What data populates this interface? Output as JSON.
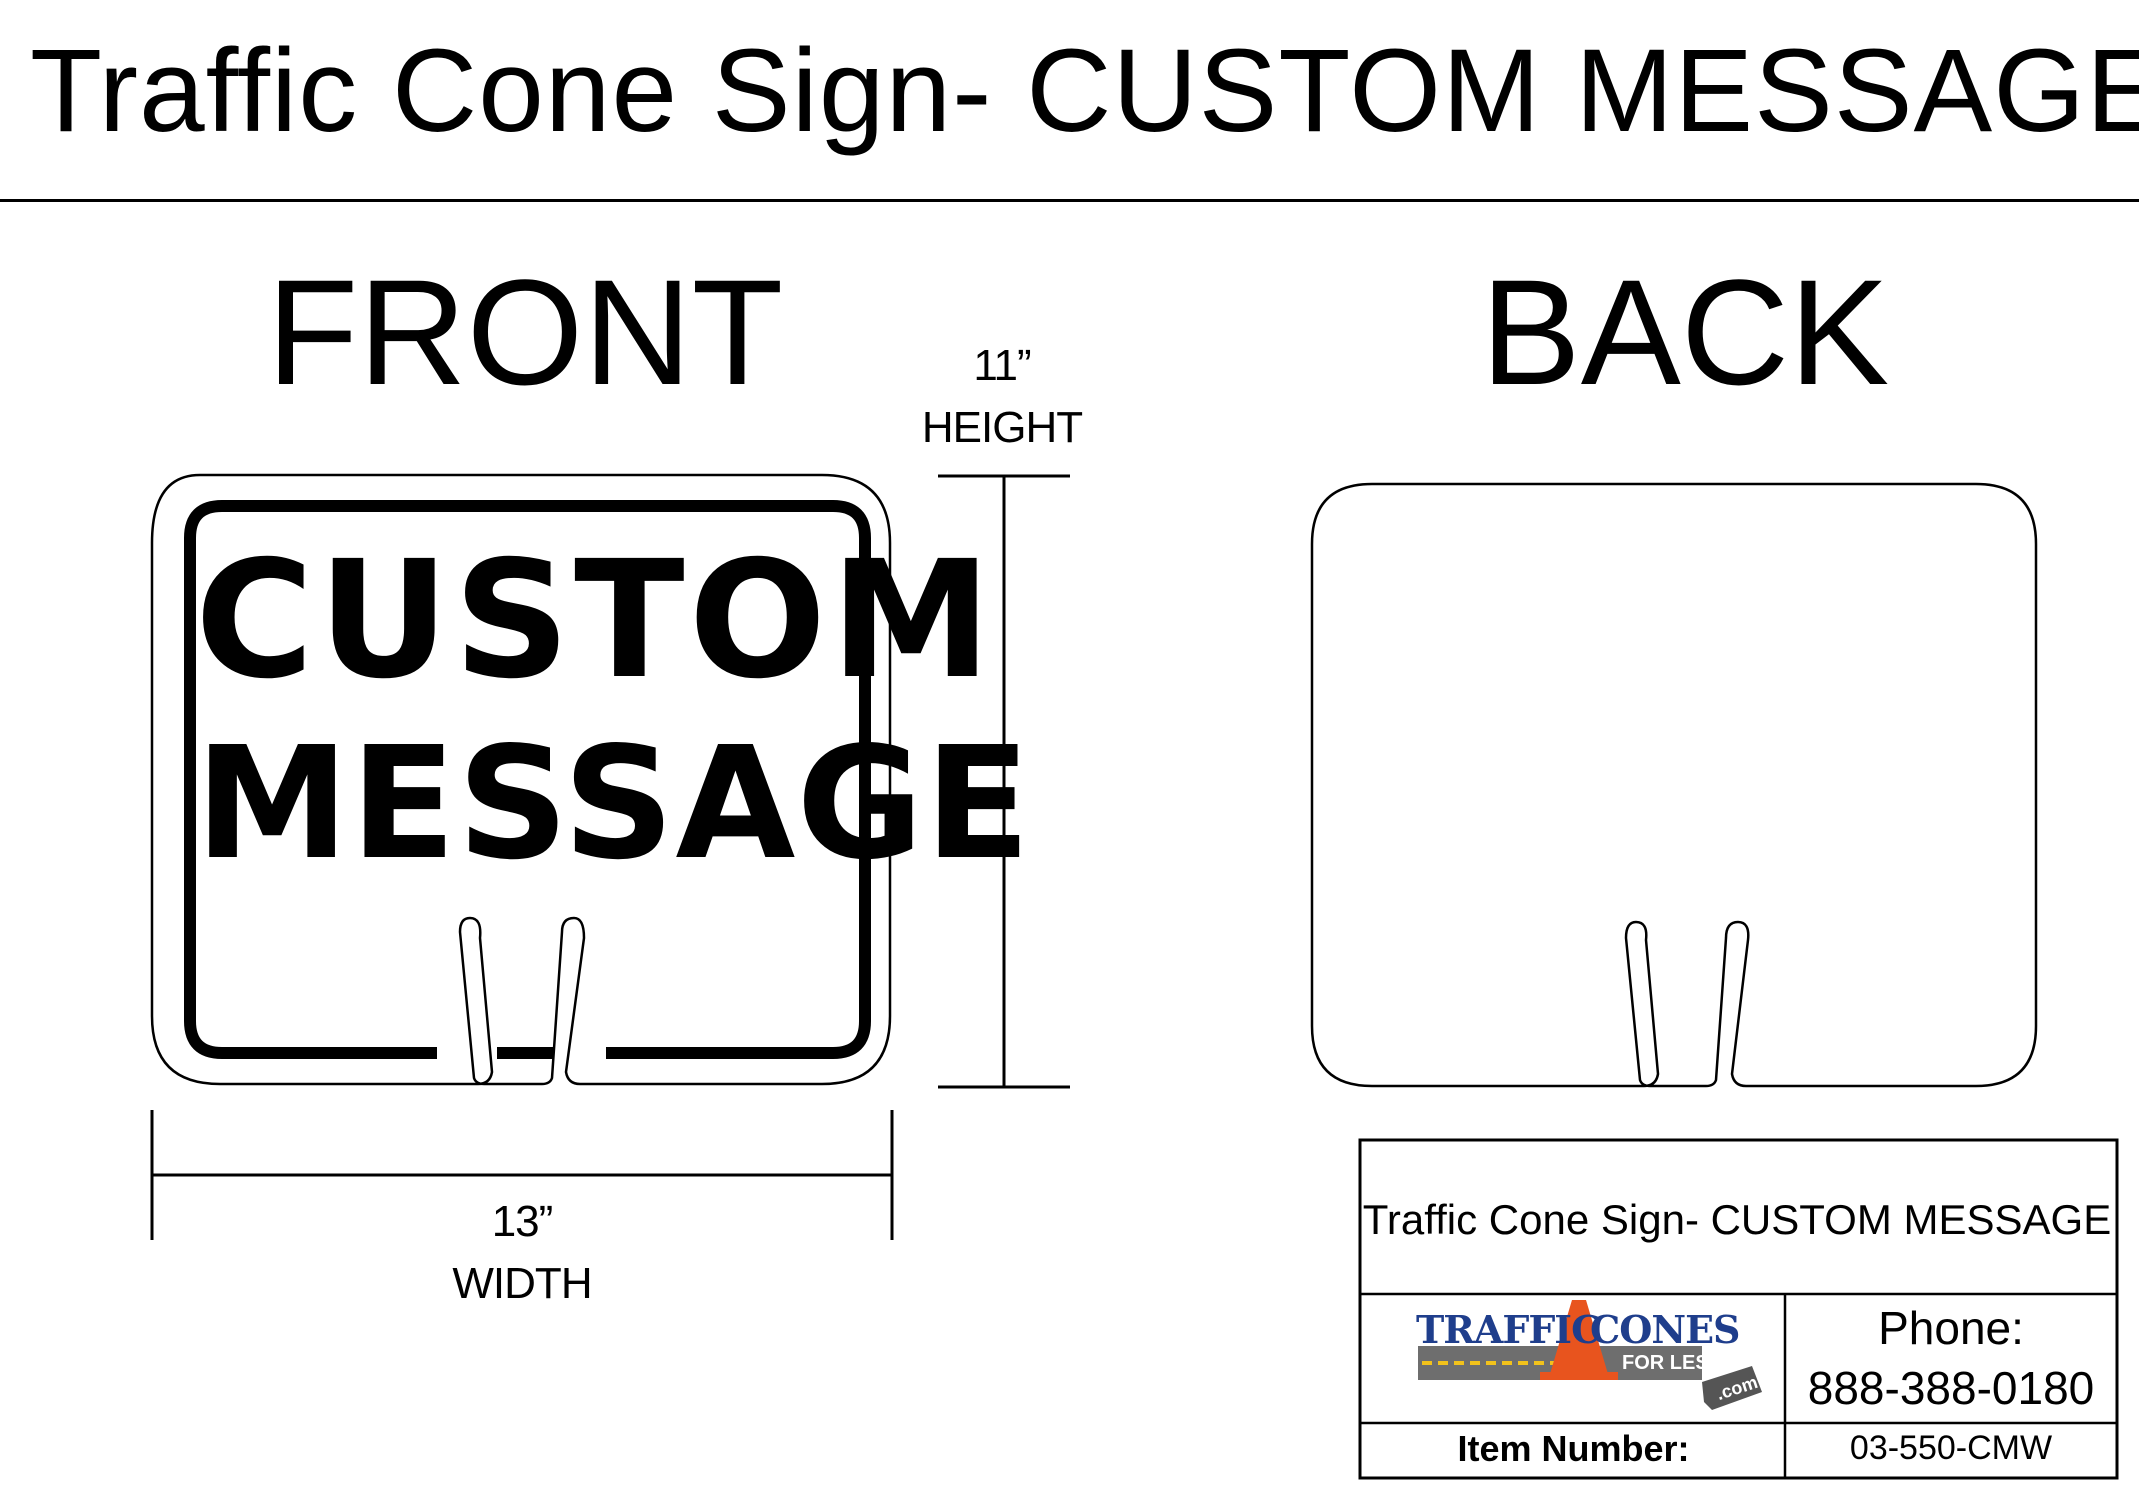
{
  "page_title": "Traffic Cone Sign- CUSTOM MESSAGE",
  "front": {
    "label": "FRONT",
    "sign_line1": "CUSTOM",
    "sign_line2": "MESSAGE"
  },
  "back": {
    "label": "BACK"
  },
  "dimensions": {
    "height_value": "11”",
    "height_label": "HEIGHT",
    "width_value": "13”",
    "width_label": "WIDTH"
  },
  "title_block": {
    "title": "Traffic Cone Sign- CUSTOM MESSAGE",
    "logo": {
      "word1": "TRAFFIC",
      "word2": "CONES",
      "tagline": "FOR LESS",
      "suffix": ".com",
      "colors": {
        "text": "#1f3e8c",
        "road": "#6e6e6e",
        "cone": "#e8541e",
        "stripe": "#f2c21b"
      }
    },
    "phone_label": "Phone:",
    "phone_number": "888-388-0180",
    "item_label": "Item Number:",
    "item_number": "03-550-CMW"
  }
}
